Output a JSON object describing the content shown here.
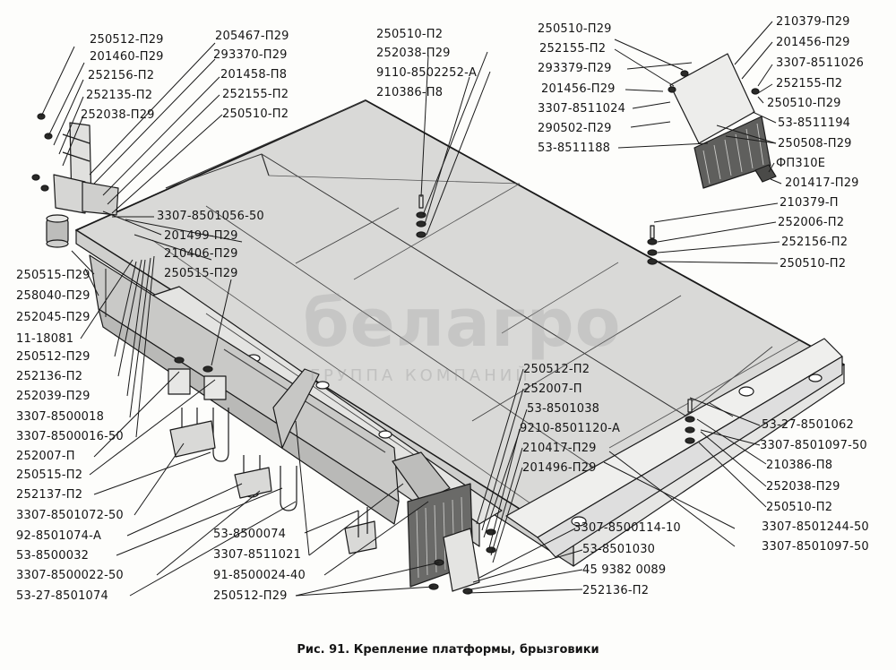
{
  "caption": "Рис. 91. Крепление платформы, брызговики",
  "watermark": {
    "name": "белагро",
    "subtitle": "ГРУППА КОМПАНИЙ"
  },
  "labels": {
    "l_250512_p29_top": "250512-П29",
    "l_201460_p29": "201460-П29",
    "l_252156_p2_left": "252156-П2",
    "l_252135_p2": "252135-П2",
    "l_252038_p29_left": "252038-П29",
    "l_205467_p29": "205467-П29",
    "l_293370_p29": "293370-П29",
    "l_201458_p8": "201458-П8",
    "l_252155_p2_mid": "252155-П2",
    "l_250510_p2_mid": "250510-П2",
    "l_250510_p2_top": "250510-П2",
    "l_252038_p29_top": "252038-П29",
    "l_9110_8502252_a": "9110-8502252-А",
    "l_210386_p8_top": "210386-П8",
    "l_250510_p29_top": "250510-П29",
    "l_252155_p2_top": "252155-П2",
    "l_293379_p29": "293379-П29",
    "l_201456_p29_left": "201456-П29",
    "l_3307_8511024": "3307-8511024",
    "l_290502_p29": "290502-П29",
    "l_53_8511188": "53-8511188",
    "l_210379_p29": "210379-П29",
    "l_201456_p29_right": "201456-П29",
    "l_3307_8511026": "3307-8511026",
    "l_252155_p2_right": "252155-П2",
    "l_250510_p29_right": "250510-П29",
    "l_53_8511194": "53-8511194",
    "l_250508_p29": "250508-П29",
    "l_fp310e": "ФП310Е",
    "l_201417_p29": "201417-П29",
    "l_210379_p": "210379-П",
    "l_252006_p2": "252006-П2",
    "l_252156_p2_right": "252156-П2",
    "l_250510_p2_right": "250510-П2",
    "l_3307_8501056_50": "3307-8501056-50",
    "l_201499_p29": "201499-П29",
    "l_210406_p29": "210406-П29",
    "l_250515_p29_mid": "250515-П29",
    "l_250515_p29_left": "250515-П29",
    "l_258040_p29": "258040-П29",
    "l_252045_p29": "252045-П29",
    "l_11_18081": "11-18081",
    "l_250512_p29_left": "250512-П29",
    "l_252136_p2_left": "252136-П2",
    "l_252039_p29": "252039-П29",
    "l_3307_8500018": "3307-8500018",
    "l_3307_8500016_50": "3307-8500016-50",
    "l_252007_p_left": "252007-П",
    "l_250515_p2": "250515-П2",
    "l_252137_p2": "252137-П2",
    "l_3307_8501072_50": "3307-8501072-50",
    "l_92_8501074_a": "92-8501074-А",
    "l_53_8500032": "53-8500032",
    "l_3307_8500022_50": "3307-8500022-50",
    "l_53_27_8501074": "53-27-8501074",
    "l_53_8500074": "53-8500074",
    "l_3307_8511021": "3307-8511021",
    "l_91_8500024_40": "91-8500024-40",
    "l_250512_p29_bottom": "250512-П29",
    "l_250512_p2": "250512-П2",
    "l_252007_p_right": "252007-П",
    "l_53_8501038": "53-8501038",
    "l_9210_8501120_a": "9210-8501120-А",
    "l_210417_p29": "210417-П29",
    "l_201496_p29": "201496-П29",
    "l_3307_8500114_10": "3307-8500114-10",
    "l_53_8501030": "53-8501030",
    "l_45_9382_0089": "45 9382 0089",
    "l_252136_p2_bottom": "252136-П2",
    "l_53_27_8501062": "53-27-8501062",
    "l_3307_8501097_50_a": "3307-8501097-50",
    "l_210386_p8_right": "210386-П8",
    "l_252038_p29_right": "252038-П29",
    "l_250510_p2_lower": "250510-П2",
    "l_3307_8501244_50": "3307-8501244-50",
    "l_3307_8501097_50_b": "3307-8501097-50"
  }
}
